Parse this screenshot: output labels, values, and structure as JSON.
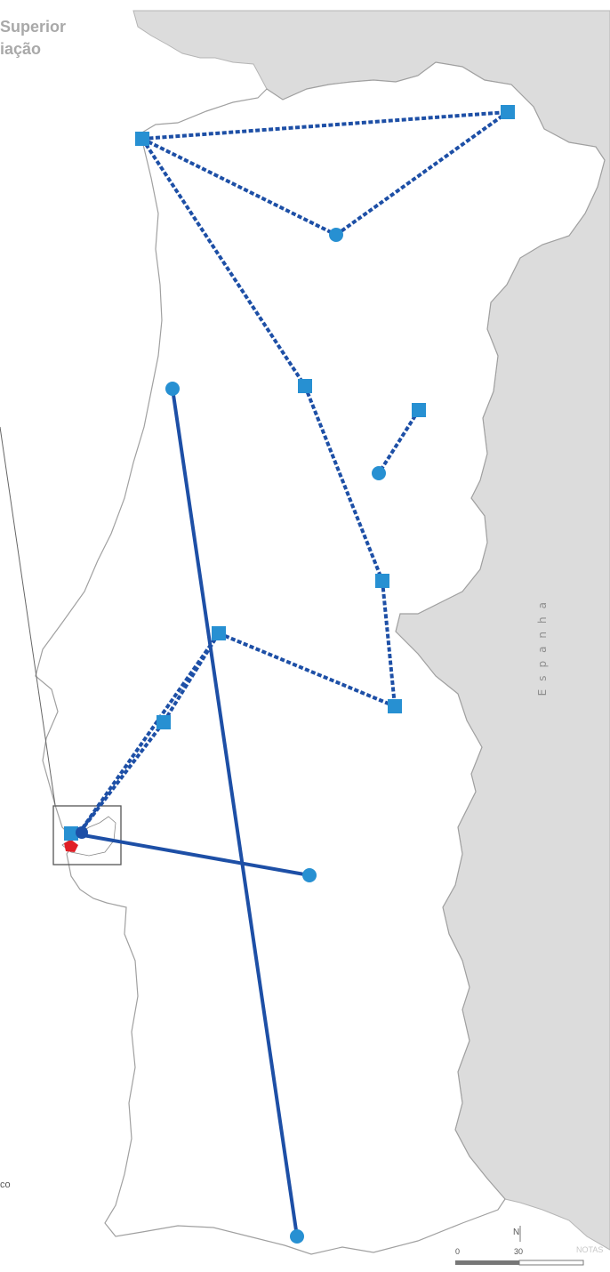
{
  "title": {
    "line1": "Superior",
    "line2": "iação"
  },
  "labels": {
    "country": "Espanha",
    "ocean_partial": "co",
    "north_symbol": "N",
    "credit": "NOTAS"
  },
  "scale": {
    "tick_start": "0",
    "tick_mid": "30"
  },
  "colors": {
    "land": "#ffffff",
    "neighbor": "#dcdcdc",
    "border": "#9a9a9a",
    "link": "#1d4fa6",
    "node": "#2790d2",
    "highlight": "#e01f26"
  },
  "legend_symbols": {
    "square_node": "square-marker",
    "circle_node": "circle-marker"
  }
}
